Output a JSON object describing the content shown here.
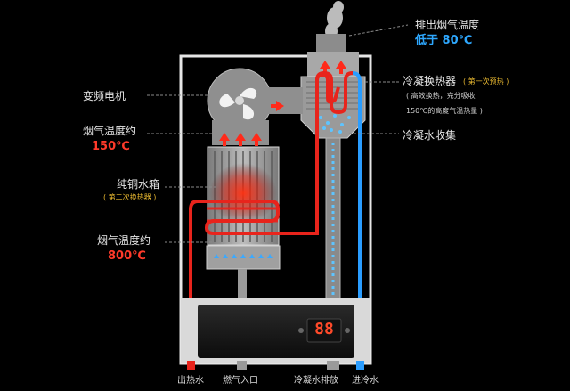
{
  "labels": {
    "exhaust_temp_title": "排出烟气温度",
    "exhaust_temp_value": "低于 80℃",
    "inverter_motor": "变频电机",
    "flue_temp_1_title": "烟气温度约",
    "flue_temp_1_value": "150℃",
    "condensing_hx_title": "冷凝换热器",
    "condensing_hx_note": "( 第一次预热 )",
    "condensing_hx_desc_1": "( 高效换热，充分吸收",
    "condensing_hx_desc_2": "150℃的高度气温热量 )",
    "condensate_collect": "冷凝水收集",
    "copper_tank_title": "纯铜水箱",
    "copper_tank_note": "( 第二次换热器 )",
    "flue_temp_2_title": "烟气温度约",
    "flue_temp_2_value": "800℃",
    "display_digits": "88"
  },
  "bottom_labels": {
    "hot_water_out": "出热水",
    "gas_in": "燃气入口",
    "condensate_drain": "冷凝水排放",
    "cold_water_in": "进冷水"
  },
  "colors": {
    "background": "#000000",
    "hot_pipe": "#e8241c",
    "cold_pipe": "#2a9dff",
    "temp_red": "#ff3a2a",
    "temp_blue": "#2ea8ff",
    "note_gold": "#e8b830"
  }
}
